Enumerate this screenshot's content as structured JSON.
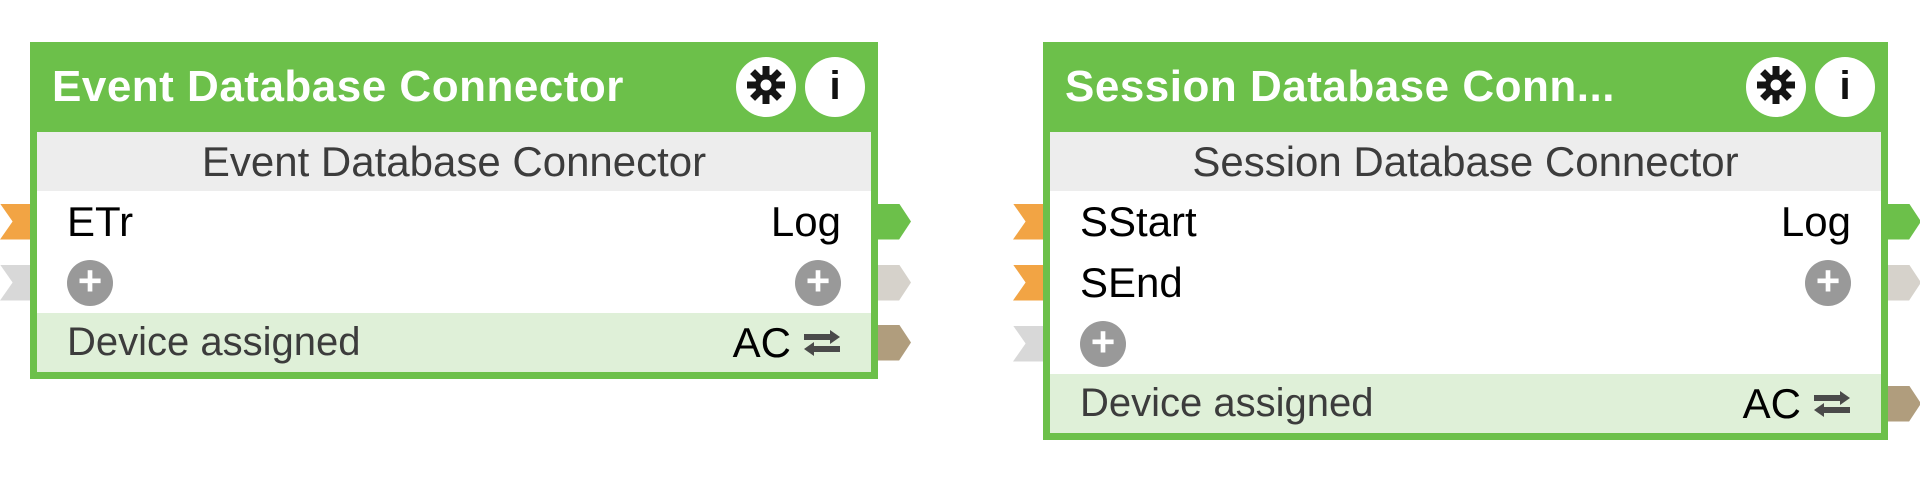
{
  "colors": {
    "node_green": "#6cc04a",
    "footer_green": "#dff0d8",
    "subtitle_gray": "#ededed",
    "port_orange": "#f2a444",
    "port_gray": "#d8d8d8",
    "port_light": "#d6d2cb",
    "port_green": "#6cc04a",
    "port_tan": "#b09d7d",
    "plus_gray": "#999999",
    "icon_black": "#141414",
    "swap_arrow": "#4a4a4a"
  },
  "ui": {
    "add_port": "+",
    "info_glyph": "i"
  },
  "nodes": [
    {
      "title": "Event Database Connector",
      "subtitle": "Event Database Connector",
      "inputs": [
        {
          "label": "ETr"
        }
      ],
      "outputs": [
        {
          "label": "Log"
        }
      ],
      "footer": {
        "status": "Device assigned",
        "port_label": "AC"
      }
    },
    {
      "title": "Session Database Conn...",
      "subtitle": "Session Database Connector",
      "inputs": [
        {
          "label": "SStart"
        },
        {
          "label": "SEnd"
        }
      ],
      "outputs": [
        {
          "label": "Log"
        }
      ],
      "footer": {
        "status": "Device assigned",
        "port_label": "AC"
      }
    }
  ]
}
